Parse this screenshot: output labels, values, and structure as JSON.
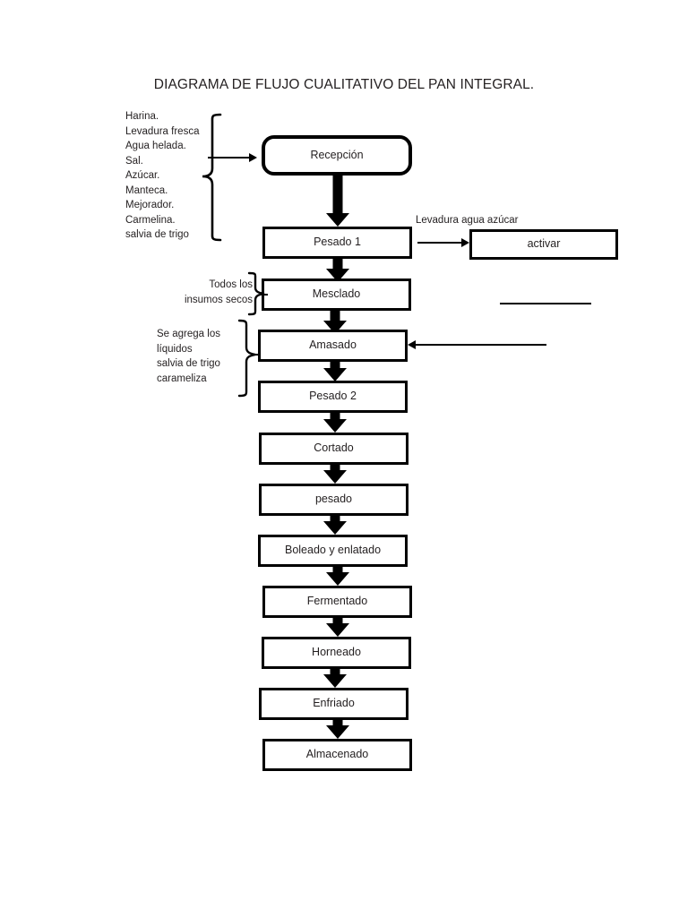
{
  "title": "DIAGRAMA DE FLUJO CUALITATIVO DEL PAN INTEGRAL.",
  "ingredients": {
    "label": "Harina.\nLevadura fresca\nAgua helada.\nSal.\nAzúcar.\nManteca.\nMejorador.\nCarmelina.\nsalvia de trigo"
  },
  "annotations": {
    "dry_inputs": "Todos los\ninsumos secos",
    "liquids": "Se agrega los\nlíquidos\nsalvia de trigo\ncarameliza"
  },
  "arrow_labels": {
    "activar_inputs": "Levadura\nagua\nazúcar"
  },
  "steps": [
    {
      "id": "recepcion",
      "label": "Recepción"
    },
    {
      "id": "pesado1",
      "label": "Pesado 1"
    },
    {
      "id": "mesclado",
      "label": "Mesclado"
    },
    {
      "id": "amasado",
      "label": "Amasado"
    },
    {
      "id": "pesado2",
      "label": "Pesado 2"
    },
    {
      "id": "cortado",
      "label": "Cortado"
    },
    {
      "id": "pesado3",
      "label": "pesado"
    },
    {
      "id": "boleado",
      "label": "Boleado y enlatado"
    },
    {
      "id": "fermentado",
      "label": "Fermentado"
    },
    {
      "id": "horneado",
      "label": "Horneado"
    },
    {
      "id": "enfriado",
      "label": "Enfriado"
    },
    {
      "id": "almacenado",
      "label": "Almacenado"
    }
  ],
  "side_steps": [
    {
      "id": "activar",
      "label": "activar"
    }
  ],
  "colors": {
    "stroke": "#000000",
    "text": "#231f20",
    "background": "#ffffff"
  }
}
